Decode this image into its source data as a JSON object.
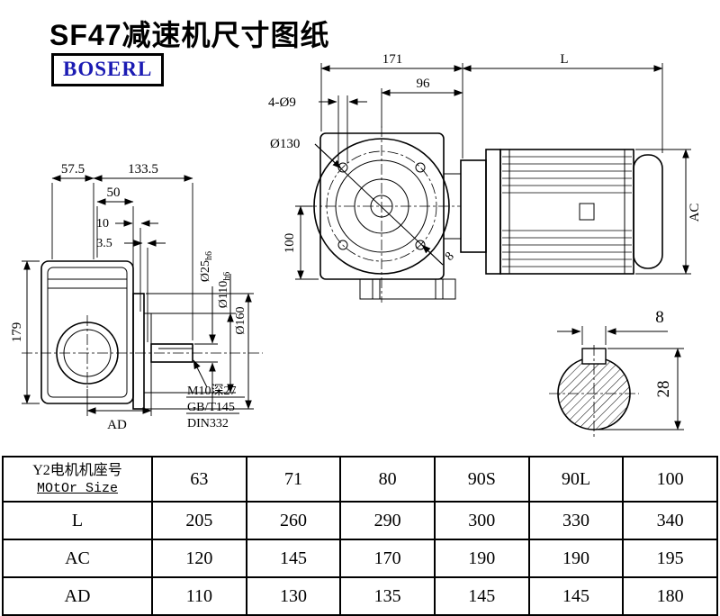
{
  "title": "SF47减速机尺寸图纸",
  "brand": "BOSERL",
  "drawing": {
    "side_view": {
      "dim_57_5": "57.5",
      "dim_133_5": "133.5",
      "dim_50": "50",
      "dim_10": "10",
      "dim_3_5": "3.5",
      "dim_179": "179",
      "dim_AD": "AD",
      "dim_O25": "Ø25",
      "dim_O25_tol": "h6",
      "dim_O110": "Ø110",
      "dim_O110_tol": "h6",
      "dim_O160": "Ø160",
      "note_m10": "M10深27",
      "note_gb": "GB/T145",
      "note_din": "DIN332"
    },
    "front_view": {
      "dim_171": "171",
      "dim_96": "96",
      "dim_4xO9": "4-Ø9",
      "dim_O130": "Ø130",
      "dim_100": "100",
      "dim_8": "8"
    },
    "motor_view": {
      "dim_L": "L",
      "dim_AC": "AC"
    },
    "shaft_section": {
      "dim_8": "8",
      "dim_28": "28"
    }
  },
  "table": {
    "header": {
      "label_cn": "Y2电机机座号",
      "label_en": "MOtOr Size",
      "sizes": [
        "63",
        "71",
        "80",
        "90S",
        "90L",
        "100"
      ]
    },
    "rows": [
      {
        "label": "L",
        "values": [
          "205",
          "260",
          "290",
          "300",
          "330",
          "340"
        ]
      },
      {
        "label": "AC",
        "values": [
          "120",
          "145",
          "170",
          "190",
          "190",
          "195"
        ]
      },
      {
        "label": "AD",
        "values": [
          "110",
          "130",
          "135",
          "145",
          "145",
          "180"
        ]
      }
    ]
  }
}
